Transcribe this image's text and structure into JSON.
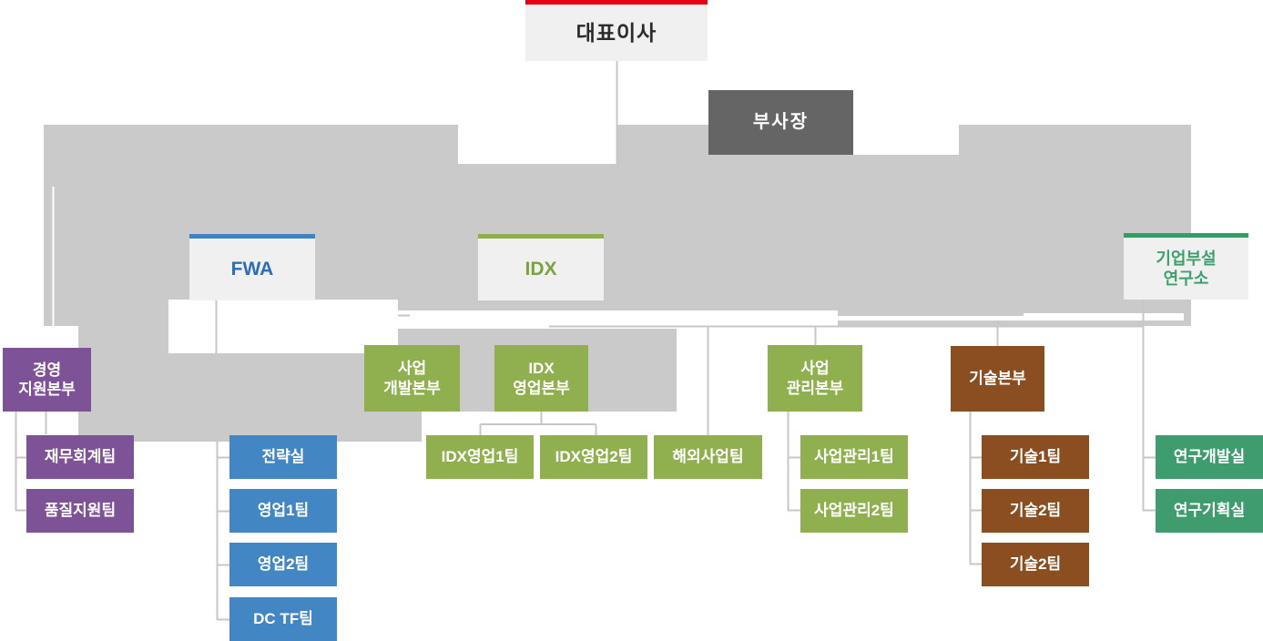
{
  "colors": {
    "red": "#e60011",
    "darkgray": "#656565",
    "blob": "#cacaca",
    "line": "#c7c7c7",
    "boxbg": "#f0f0f0",
    "purple": "#7e5296",
    "blue": "#4286c3",
    "olive": "#90b04f",
    "brown": "#8a4e21",
    "emerald": "#3e9c6e",
    "fwa-border": "#3f82c5",
    "fwa-text": "#2d6db5",
    "idx-border": "#8db04b",
    "idx-text": "#7ba23c",
    "lab-border": "#2f9f63",
    "lab-text": "#3ea06c"
  },
  "chart": {
    "ceo": "대표이사",
    "vice_president": "부사장",
    "group_fwa": "FWA",
    "group_idx": "IDX",
    "group_lab": "기업부설\n연구소",
    "div_management": "경영\n지원본부",
    "div_bizdev": "사업\n개발본부",
    "div_idx_sales": "IDX\n영업본부",
    "div_bizmgmt": "사업\n관리본부",
    "div_tech": "기술본부",
    "teams_management": [
      "재무회계팀",
      "품질지원팀"
    ],
    "teams_fwa": [
      "전략실",
      "영업1팀",
      "영업2팀",
      "DC TF팀"
    ],
    "teams_idx_sales": [
      "IDX영업1팀",
      "IDX영업2팀",
      "해외사업팀"
    ],
    "teams_bizmgmt": [
      "사업관리1팀",
      "사업관리2팀"
    ],
    "teams_tech": [
      "기술1팀",
      "기술2팀",
      "기술2팀"
    ],
    "teams_lab": [
      "연구개발실",
      "연구기획실"
    ]
  }
}
